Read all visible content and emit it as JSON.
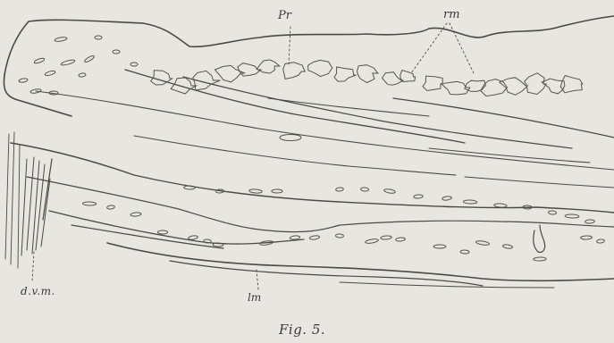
{
  "figure": {
    "caption": "Fig. 5.",
    "labels": {
      "pr": "Pr",
      "rm": "rm",
      "dvm": "d.v.m.",
      "lm": "lm"
    }
  }
}
